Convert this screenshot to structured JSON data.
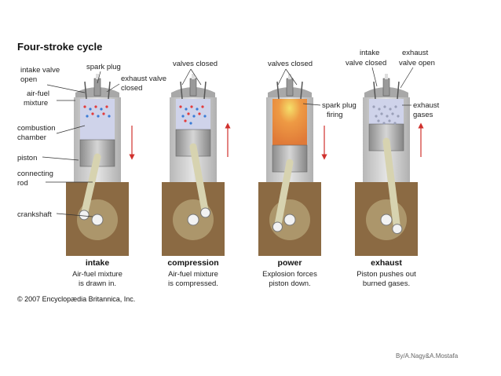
{
  "title": "Four-stroke cycle",
  "labels": {
    "intake_valve_open": [
      "intake valve",
      "open"
    ],
    "spark_plug": "spark plug",
    "exhaust_valve_closed": [
      "exhaust valve",
      "closed"
    ],
    "air_fuel_mixture": [
      "air-fuel",
      "mixture"
    ],
    "combustion_chamber": [
      "combustion",
      "chamber"
    ],
    "piston": "piston",
    "connecting_rod": [
      "connecting",
      "rod"
    ],
    "crankshaft": "crankshaft",
    "valves_closed_2": "valves closed",
    "valves_closed_3": "valves closed",
    "spark_plug_firing": [
      "spark plug",
      "firing"
    ],
    "intake_valve_closed": [
      "intake",
      "valve closed"
    ],
    "exhaust_valve_open": [
      "exhaust",
      "valve open"
    ],
    "exhaust_gases": [
      "exhaust",
      "gases"
    ]
  },
  "stages": [
    {
      "name": "intake",
      "desc": [
        "Air-fuel mixture",
        "is drawn in."
      ]
    },
    {
      "name": "compression",
      "desc": [
        "Air-fuel mixture",
        "is compressed."
      ]
    },
    {
      "name": "power",
      "desc": [
        "Explosion forces",
        "piston down."
      ]
    },
    {
      "name": "exhaust",
      "desc": [
        "Piston pushes out",
        "burned gases."
      ]
    }
  ],
  "copyright": "© 2007 Encyclopædia Britannica, Inc.",
  "credit": "By/A.Nagy&A.Mostafa",
  "colors": {
    "crankcase": "#8b6a43",
    "cylinder_wall": "#c8c8c8",
    "chamber": "#cfd3ea",
    "piston": "#9a9a9a",
    "rod": "#d7d3b0",
    "arrow": "#d0312d",
    "fire": "#e8833a"
  }
}
